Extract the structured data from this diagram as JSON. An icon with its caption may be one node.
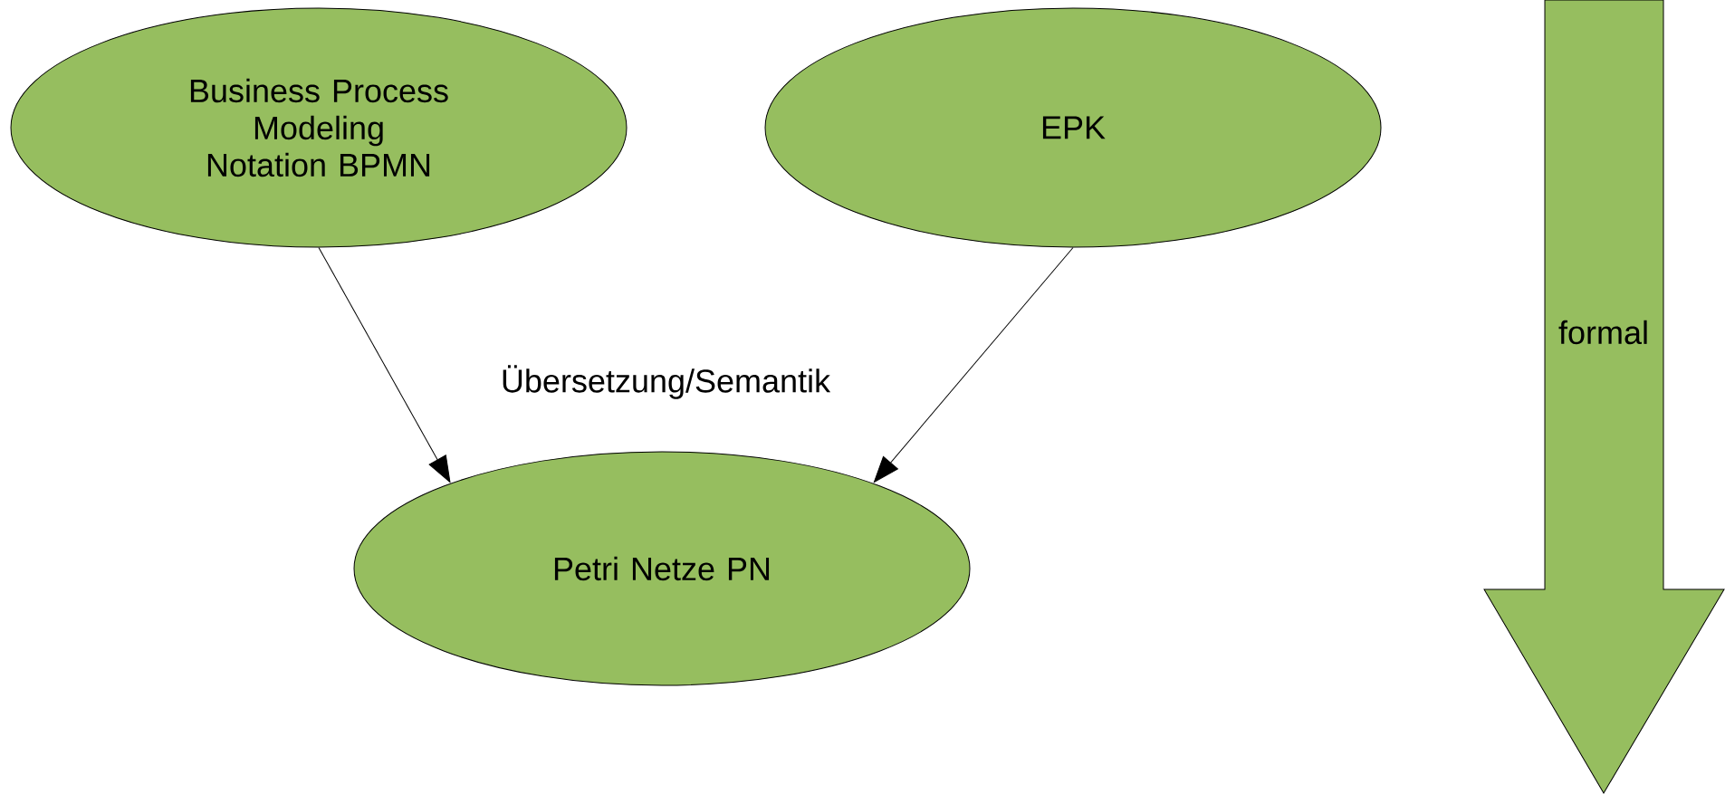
{
  "diagram": {
    "nodes": [
      {
        "text": [
          "Business Process Modeling Notation BPMN"
        ]
      },
      {
        "text": [
          "EPK"
        ]
      },
      {
        "text": [
          "Petri Netze PN"
        ]
      },
      {
        "text": [
          "formal"
        ]
      }
    ],
    "edges": [
      {
        "from": 0,
        "to": 2,
        "arrow": "to"
      },
      {
        "from": 1,
        "to": 2,
        "arrow": "to"
      }
    ],
    "labels": [
      "Übersetzung/Semantik"
    ]
  }
}
